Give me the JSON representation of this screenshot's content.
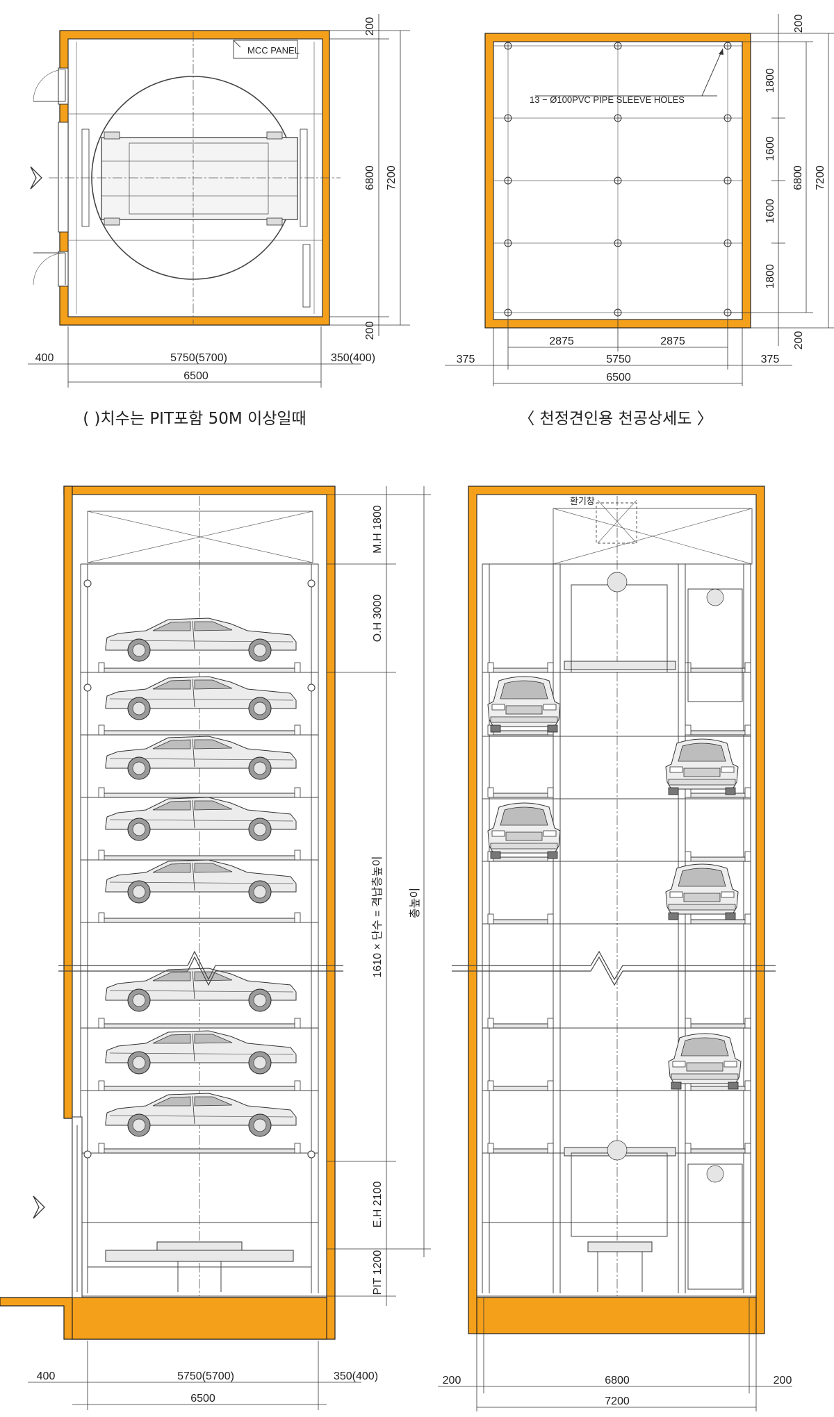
{
  "plan_left": {
    "mcc_label": "MCC PANEL",
    "dim_top": "200",
    "dim_mid": "6800",
    "dim_total": "7200",
    "dim_bottom": "200",
    "dim_left": "400",
    "dim_center": "5750(5700)",
    "dim_right": "350(400)",
    "dim_width": "6500",
    "caption": "( )치수는 PIT포함 50M 이상일때"
  },
  "plan_right": {
    "pipe_label": "13 − Ø100PVC PIPE SLEEVE HOLES",
    "dim_top": "200",
    "dim_seg1": "1800",
    "dim_seg2": "1600",
    "dim_seg3": "1600",
    "dim_seg4": "1800",
    "dim_mid": "6800",
    "dim_total": "7200",
    "dim_bottom": "200",
    "dim_half_left": "2875",
    "dim_half_right": "2875",
    "dim_left": "375",
    "dim_center": "5750",
    "dim_right": "375",
    "dim_width": "6500",
    "caption": "〈 천정견인용 천공상세도 〉"
  },
  "section_left": {
    "dim_mh": "M.H 1800",
    "dim_oh": "O.H 3000",
    "dim_levels": "1610 × 단수 = 격납층높이",
    "dim_total_height": "총높이",
    "dim_eh": "E.H 2100",
    "dim_pit": "PIT 1200",
    "dim_left": "400",
    "dim_center": "5750(5700)",
    "dim_right": "350(400)",
    "dim_width": "6500"
  },
  "section_right": {
    "vent_label": "환기창",
    "dim_left": "200",
    "dim_center": "6800",
    "dim_right": "200",
    "dim_width": "7200"
  },
  "colors": {
    "wall": "#f5a01a"
  },
  "icons": [
    "door-swing-icon",
    "entry-arrow-icon",
    "turntable-icon",
    "pipe-hole-icon",
    "car-side-icon",
    "car-front-icon"
  ]
}
